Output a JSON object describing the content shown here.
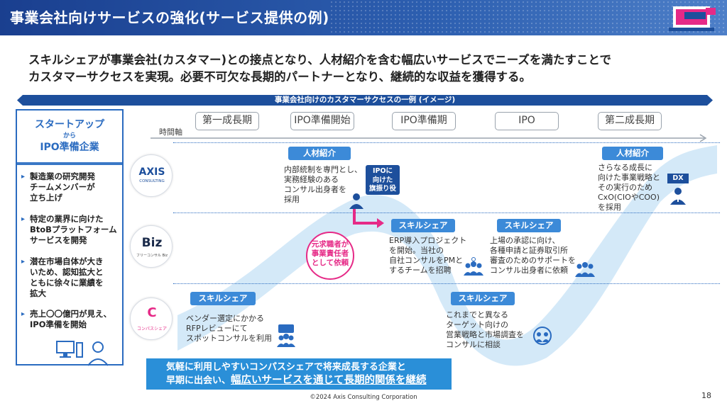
{
  "header": {
    "title": "事業会社向けサービスの強化(サービス提供の例)"
  },
  "lead": {
    "line1": "スキルシェアが事業会社(カスタマー)との接点となり、人材紹介を含む幅広いサービスでニーズを満たすことで",
    "line2": "カスタマーサクセスを実現。必要不可欠な長期的パートナーとなり、継続的な収益を獲得する。"
  },
  "banner": {
    "text": "事業会社向けのカスタマーサクセスの一例 (イメージ)"
  },
  "left_panel": {
    "title_top": "スタートアップ",
    "title_from": "から",
    "title_bottom": "IPO準備企業",
    "items": [
      {
        "line1": "製造業の研究開発",
        "line2": "チームメンバーが",
        "line3": "立ち上げ"
      },
      {
        "line1": "特定の業界に向けた",
        "line2": "BtoBプラットフォーム",
        "line3": "サービスを開発"
      },
      {
        "line1": "潜在市場自体が大き",
        "line2": "いため、認知拡大と",
        "line3": "ともに徐々に業績を",
        "line4": "拡大"
      },
      {
        "line1": "売上〇〇億円が見え、",
        "line2": "IPO準備を開始"
      }
    ]
  },
  "timeline": {
    "axis_label": "時間軸",
    "stages": [
      "第一成長期",
      "IPO準備開始",
      "IPO準備期",
      "IPO",
      "第二成長期"
    ]
  },
  "logos": {
    "axis": {
      "main": "AXIS",
      "sub": "CONSULTING"
    },
    "biz": {
      "main": "Biz",
      "sub": "フリーコンサル Biz"
    },
    "compass": {
      "main": "C",
      "sub": "コンパスシェア"
    }
  },
  "services": {
    "hr1": {
      "label": "人材紹介",
      "lines": [
        "内部統制を専門とし、",
        "実務経験のある",
        "コンサル出身者を",
        "採用"
      ]
    },
    "ipo_badge": {
      "line1": "IPOに",
      "line2": "向けた",
      "line3": "旗振り役"
    },
    "hr2": {
      "label": "人材紹介",
      "lines": [
        "さらなる成長に",
        "向けた事業戦略と",
        "その実行のため",
        "CxO(CIOやCOO)",
        "を採用"
      ]
    },
    "dx_badge": "DX",
    "ss1": {
      "label": "スキルシェア",
      "lines": [
        "ERP導入プロジェクト",
        "を開始。当社の",
        "自社コンサルをPMと",
        "するチームを招聘"
      ]
    },
    "ss2": {
      "label": "スキルシェア",
      "lines": [
        "上場の承認に向け、",
        "各種申請と証券取引所",
        "審査のためのサポートを",
        "コンサル出身者に依頼"
      ]
    },
    "ss3": {
      "label": "スキルシェア",
      "lines": [
        "ベンダー選定にかかる",
        "RFPレビューにて",
        "スポットコンサルを利用"
      ]
    },
    "ss4": {
      "label": "スキルシェア",
      "lines": [
        "これまでと異なる",
        "ターゲット向けの",
        "営業戦略と市場調査を",
        "コンサルに相談"
      ]
    },
    "pink": {
      "line1": "元求職者が",
      "line2": "事業責任者",
      "line3": "として依頼"
    }
  },
  "bottom_box": {
    "line1": "気軽に利用しやすいコンパスシェアで将来成長する企業と",
    "line2_pre": "早期に出会い、",
    "line2_ul": "幅広いサービスを通じて長期的関係を継続"
  },
  "footer": {
    "copyright": "©2024 Axis Consulting Corporation",
    "page": "18"
  },
  "colors": {
    "primary": "#1d4f9c",
    "accent": "#3c8ad8",
    "pink": "#e62a87",
    "wave": "#bfe0f5"
  }
}
